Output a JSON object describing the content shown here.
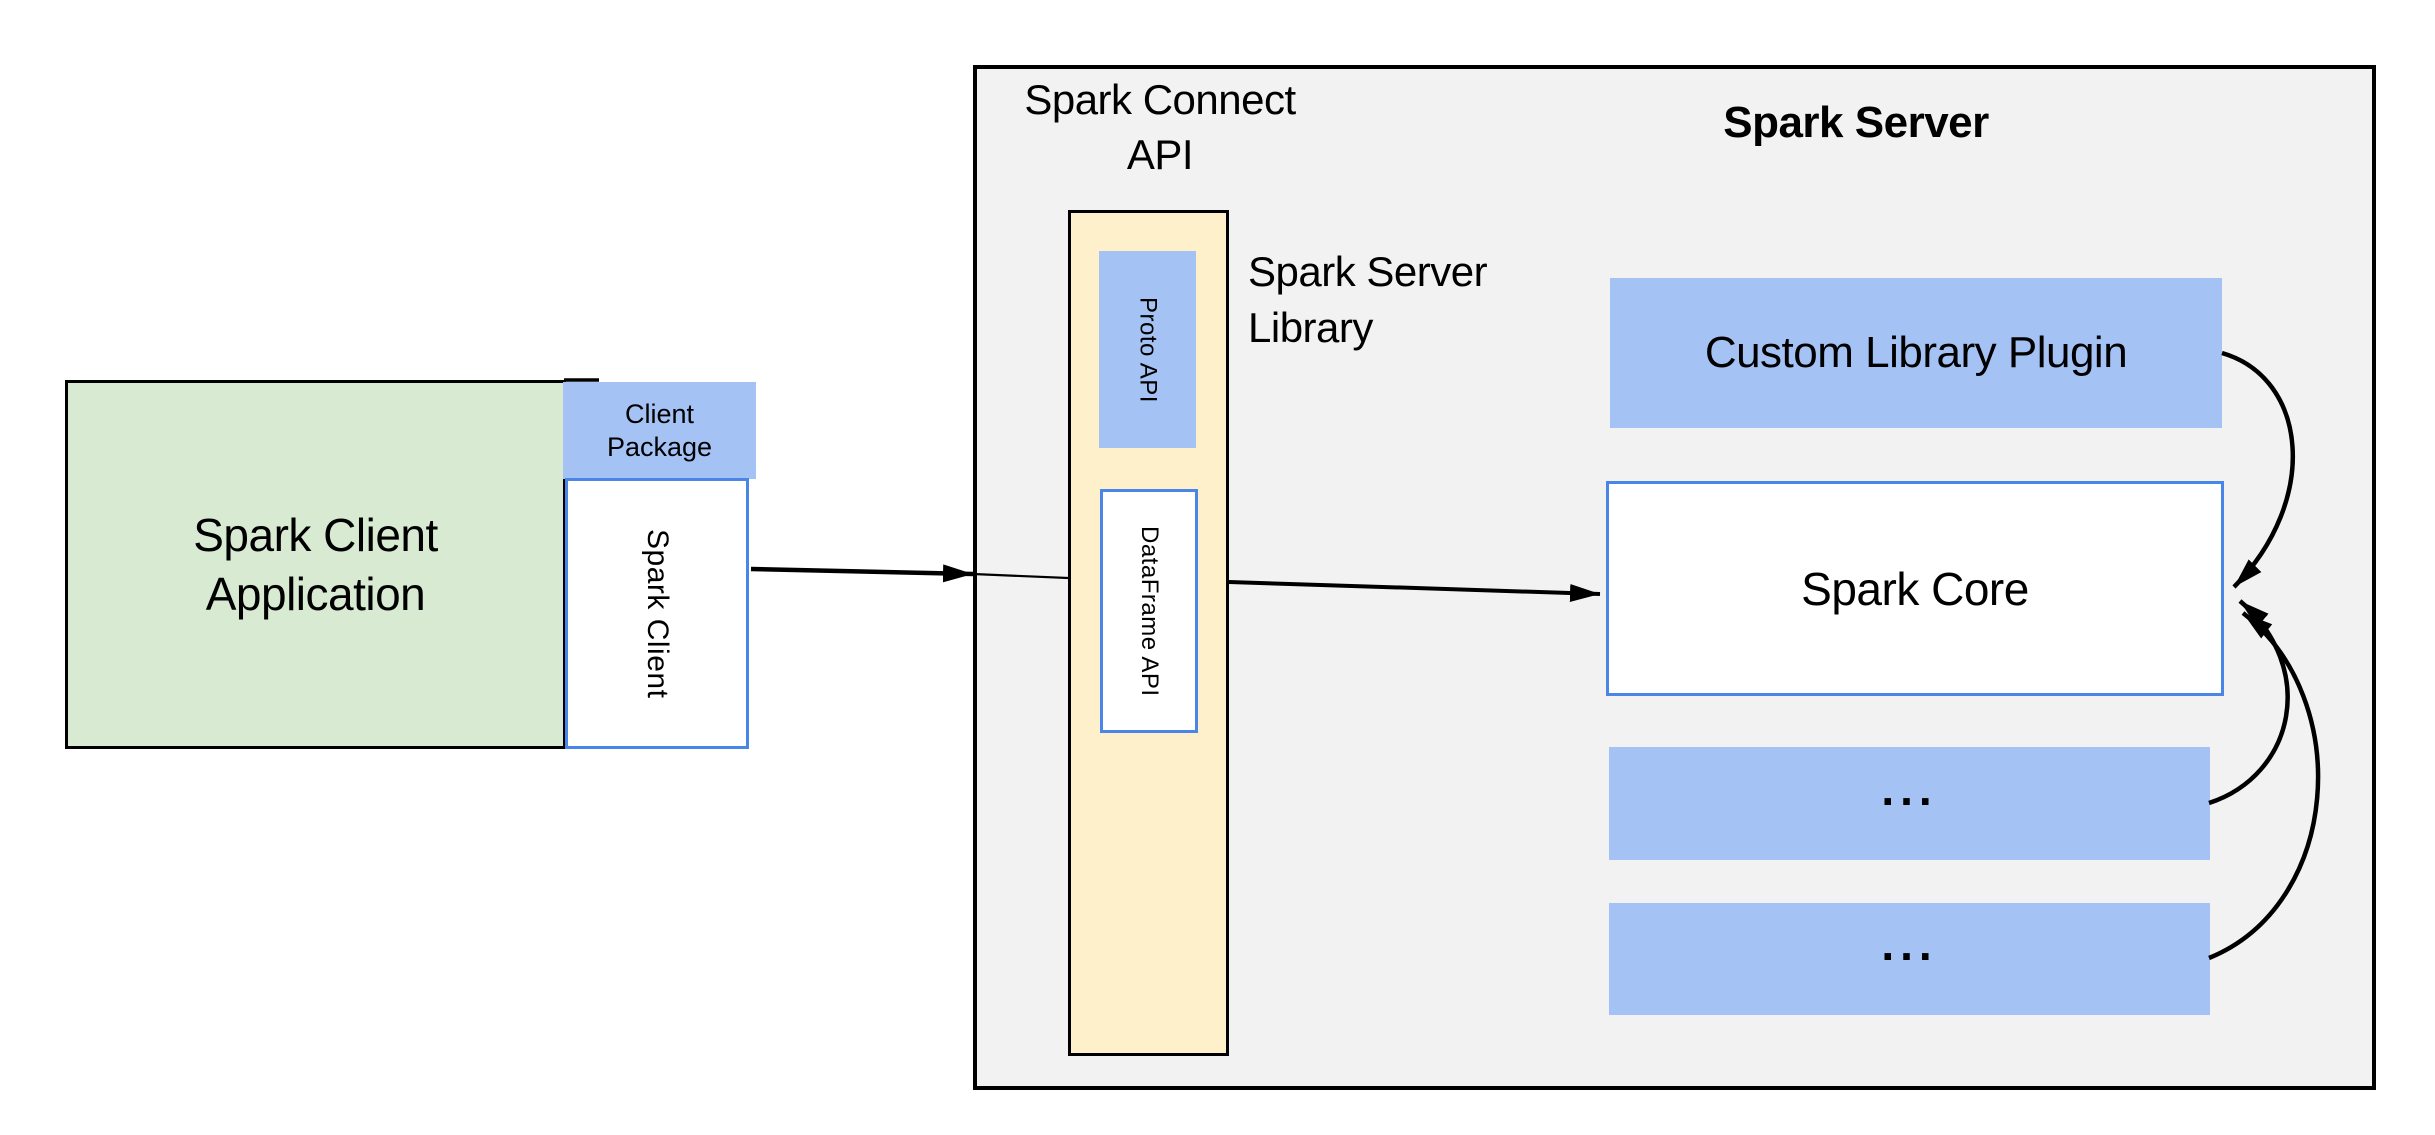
{
  "title": "Spark Connect architecture diagram",
  "colors": {
    "green-fill": "#d9ead3",
    "blue-fill": "#a4c2f4",
    "yellow-fill": "#fdf0cb",
    "gray-fill": "#f2f2f2",
    "blue-border": "#4a86e8",
    "line-black": "#000000",
    "page-bg": "#ffffff"
  },
  "client": {
    "application": {
      "line1": "Spark Client",
      "line2": "Application"
    },
    "package": {
      "line1": "Client",
      "line2": "Package"
    },
    "spark_client": "Spark Client"
  },
  "connect": {
    "api_label": {
      "line1": "Spark Connect",
      "line2": "API"
    },
    "server_library_label": {
      "line1": "Spark Server",
      "line2": "Library"
    },
    "proto_api": "Proto API",
    "dataframe_api": "DataFrame API"
  },
  "server": {
    "title": "Spark Server",
    "custom_library_plugin": "Custom Library Plugin",
    "spark_core": "Spark Core",
    "plugin_placeholder_1": "...",
    "plugin_placeholder_2": "..."
  }
}
